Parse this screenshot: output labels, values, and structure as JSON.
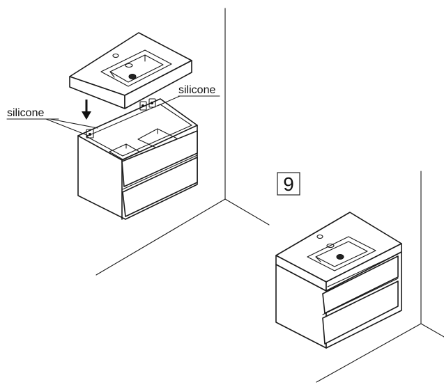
{
  "labels": {
    "silicone_left": "silicone",
    "silicone_right": "silicone"
  },
  "step": {
    "number": "9"
  }
}
